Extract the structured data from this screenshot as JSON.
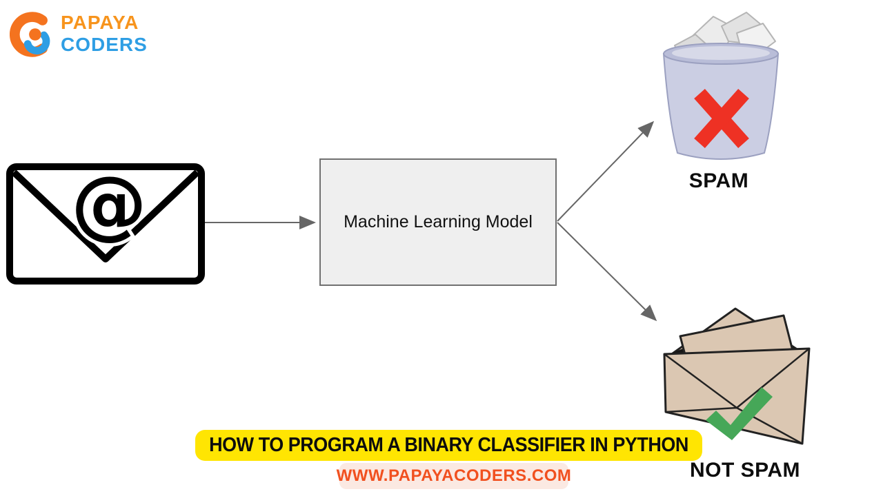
{
  "brand": {
    "name_line1": "PAPAYA",
    "name_line2": "CODERS",
    "line1_color": "#F7941D",
    "line2_color": "#2E9EE4",
    "icon": "papaya-coders-logo-icon"
  },
  "flow": {
    "input_icon": "email-envelope-at-icon",
    "model_label": "Machine Learning Model",
    "outputs": [
      {
        "label": "SPAM",
        "icon": "trash-bin-red-x-icon"
      },
      {
        "label": "NOT SPAM",
        "icon": "happy-envelope-green-check-icon"
      }
    ],
    "arrow_color": "#666666",
    "model_box_fill": "#EFEFEF",
    "model_box_border": "#707070",
    "spam_x_color": "#EE3124",
    "check_color": "#46A758",
    "bin_color": "#CBCEE3",
    "envelope_color": "#DBC7B2"
  },
  "banner": {
    "title": "HOW TO PROGRAM A BINARY CLASSIFIER IN PYTHON",
    "background": "#FFE502",
    "text_color": "#0D0D0D"
  },
  "footer": {
    "website": "WWW.PAPAYACODERS.COM",
    "text_color": "#F1501F",
    "background": "#FBE9E2"
  }
}
